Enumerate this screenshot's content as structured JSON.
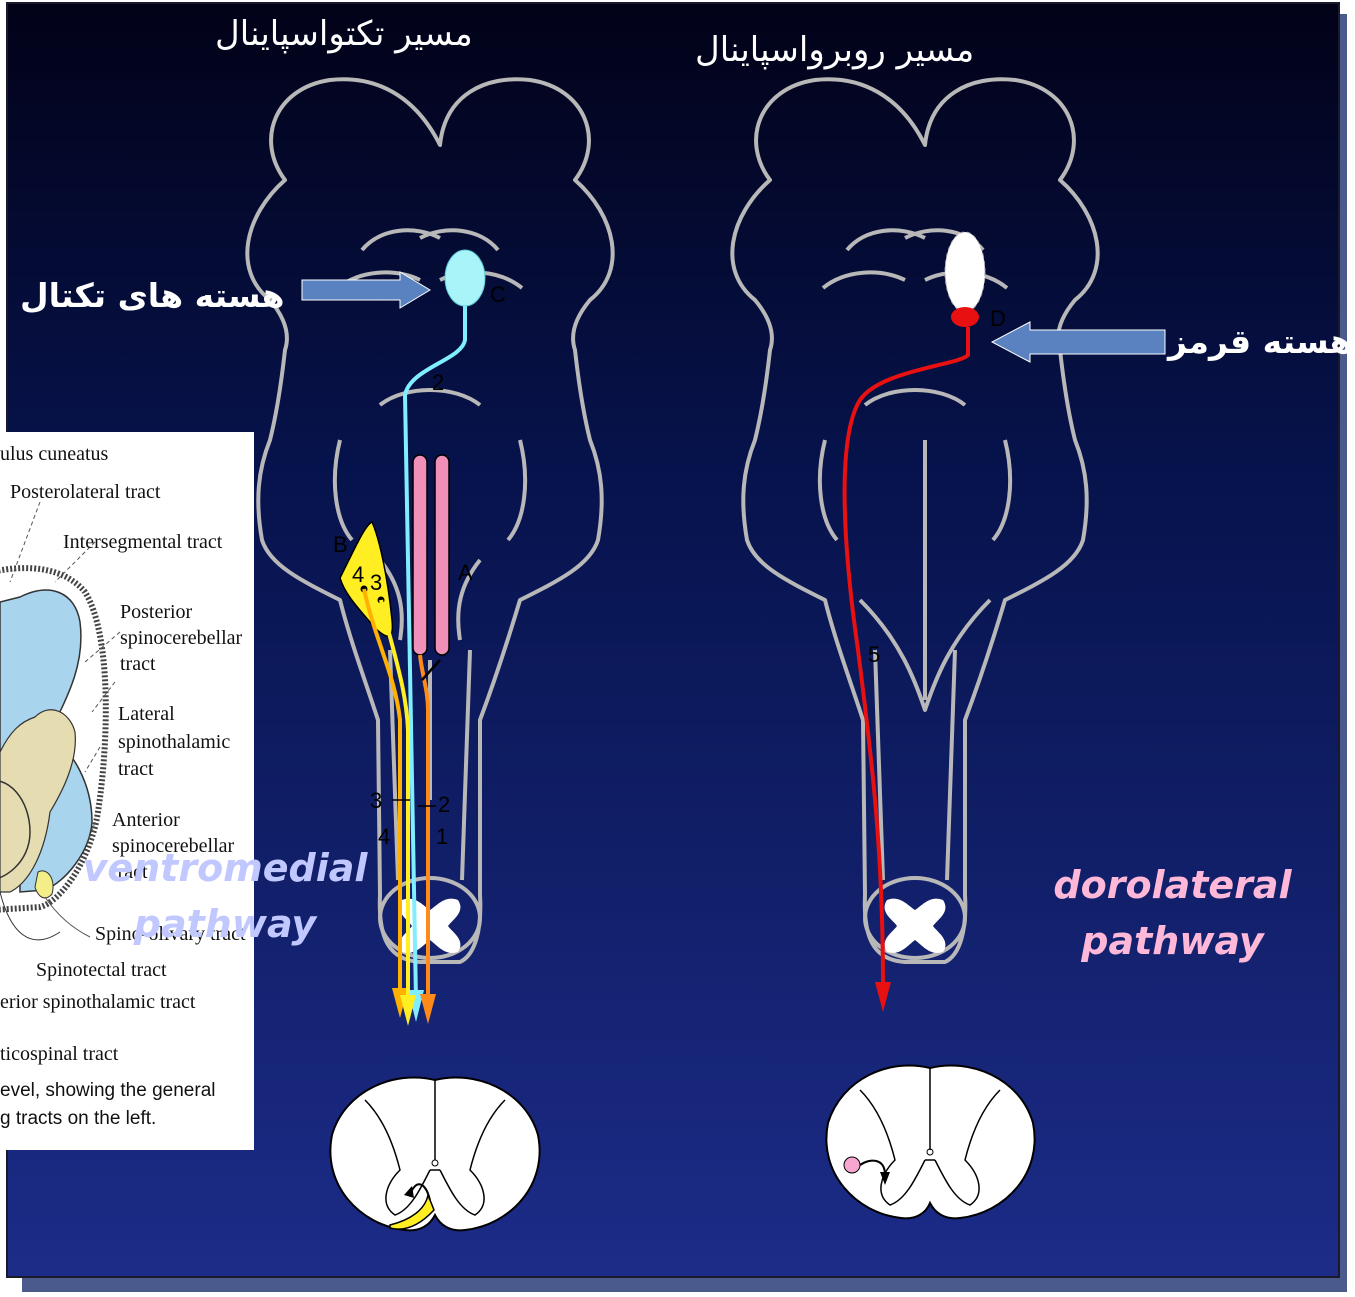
{
  "titles": {
    "tectospinal": "مسیر تکتواسپاینال",
    "rubrospinal": "مسیر روبرواسپاینال"
  },
  "labels": {
    "tectal_nuclei": "هسته های تکتال",
    "red_nucleus": "هسته قرمز"
  },
  "pathways": {
    "ventromedial_line1": "ventromedial",
    "ventromedial_line2": "pathway",
    "dorolateral_line1": "dorolateral",
    "dorolateral_line2": "pathway"
  },
  "markers": {
    "A": "A",
    "B": "B",
    "C": "C",
    "D": "D",
    "n1": "1",
    "n2": "2",
    "n2b": "2",
    "n3": "3",
    "n3b": "3",
    "n4": "4",
    "n4b": "4",
    "n5": "5"
  },
  "inset": {
    "tract_labels": [
      "ulus cuneatus",
      "Posterolateral tract",
      "Intersegmental tract",
      "Posterior",
      "spinocerebellar",
      "tract",
      "Lateral",
      "spinothalamic",
      "tract",
      "Anterior",
      "spinocerebellar",
      "tract",
      "Spino-olivary tract",
      "Spinotectal tract",
      "erior spinothalamic tract",
      "ticospinal tract"
    ],
    "caption_line1": "evel, showing the general",
    "caption_line2": "g tracts on the left."
  },
  "colors": {
    "background_top": "#020218",
    "background_bottom": "#1c2c88",
    "outline": "#b8b8b8",
    "tectal_nucleus": "#a8f4f8",
    "tectospinal_tract": "#80eeff",
    "red_nucleus": "#e81010",
    "rubrospinal_tract": "#e81010",
    "arrow_fill": "#5a82c0",
    "pink_tracts": "#f090b8",
    "yellow_nucleus": "#ffee22",
    "orange_tract": "#ff8a1a",
    "gold_tract": "#ffb000",
    "ventromedial_text": "#c0c8ff",
    "dorolateral_text": "#ffb8d8"
  }
}
